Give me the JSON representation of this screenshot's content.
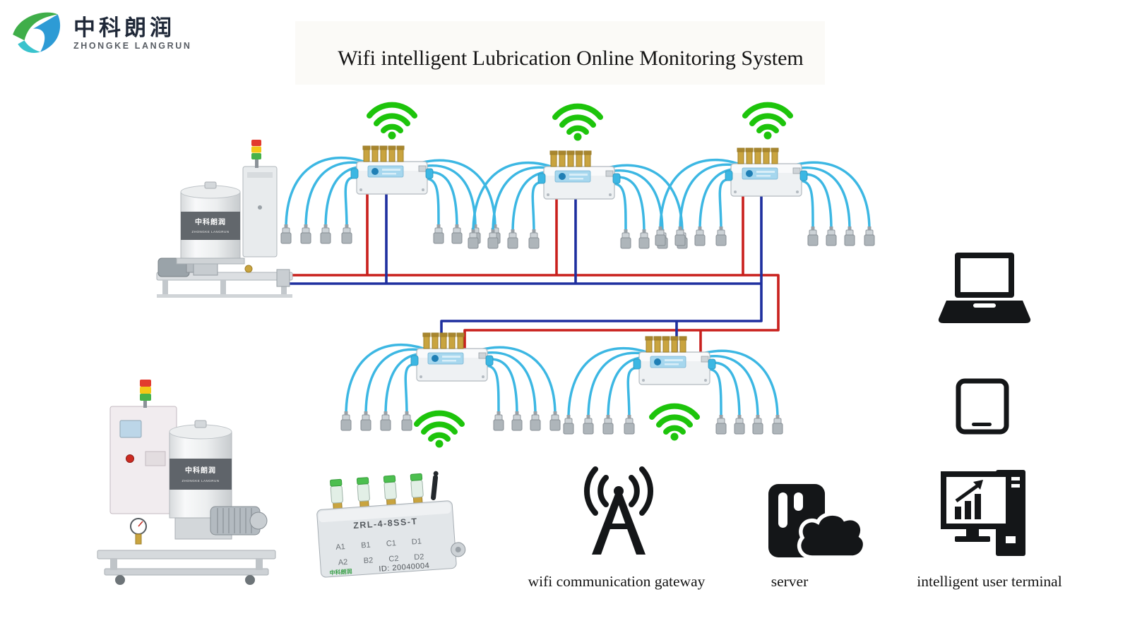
{
  "header": {
    "logo_cn": "中科朗润",
    "logo_en": "ZHONGKE LANGRUN",
    "title": "Wifi intelligent Lubrication Online Monitoring System"
  },
  "closeup": {
    "model": "ZRL-4-8SS-T",
    "ports": [
      "A1",
      "B1",
      "C1",
      "D1",
      "A2",
      "B2",
      "C2",
      "D2"
    ],
    "id_text": "ID: 20040004"
  },
  "legend": {
    "gateway_label": "wifi communication gateway",
    "server_label": "server",
    "terminal_label": "intelligent user terminal"
  },
  "colors": {
    "wifi_green": "#1dc40b",
    "supply_red": "#c9201d",
    "supply_blue": "#1e2f9f",
    "tube_cyan": "#3cb7e3",
    "icon_black": "#141618"
  }
}
